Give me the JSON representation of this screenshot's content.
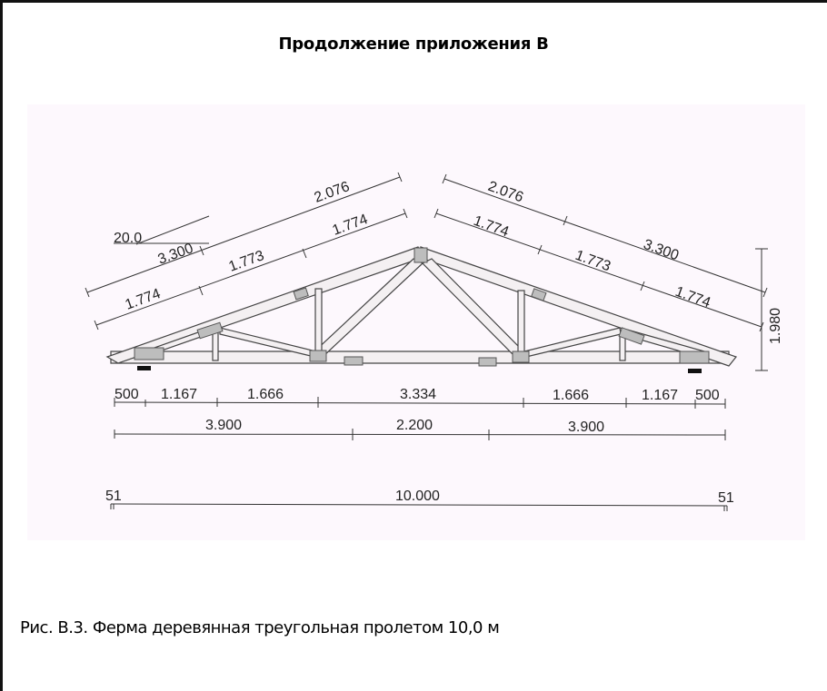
{
  "page": {
    "title": "Продолжение приложения В",
    "caption": "Рис. В.3. Ферма деревянная треугольная пролетом 10,0 м"
  },
  "drawing": {
    "slope_label": "20.0",
    "left_chord": {
      "outer_dims": [
        "3.300",
        "2.076"
      ],
      "inner_dims": [
        "1.774",
        "1.773",
        "1.774"
      ]
    },
    "right_chord": {
      "outer_dims": [
        "2.076",
        "3.300"
      ],
      "inner_dims": [
        "1.774",
        "1.773",
        "1.774"
      ]
    },
    "height_dim": "1.980",
    "bottom_row_1": [
      "500",
      "1.167",
      "1.666",
      "3.334",
      "1.666",
      "1.167",
      "500"
    ],
    "bottom_row_2": [
      "3.900",
      "2.200",
      "3.900"
    ],
    "overall": {
      "left_offset": "51",
      "span": "10.000",
      "right_offset": "51"
    },
    "colors": {
      "background": "#fdf8fd",
      "line": "#333333",
      "timber": "#f4f0f2",
      "plate": "#bdbdbd"
    }
  }
}
